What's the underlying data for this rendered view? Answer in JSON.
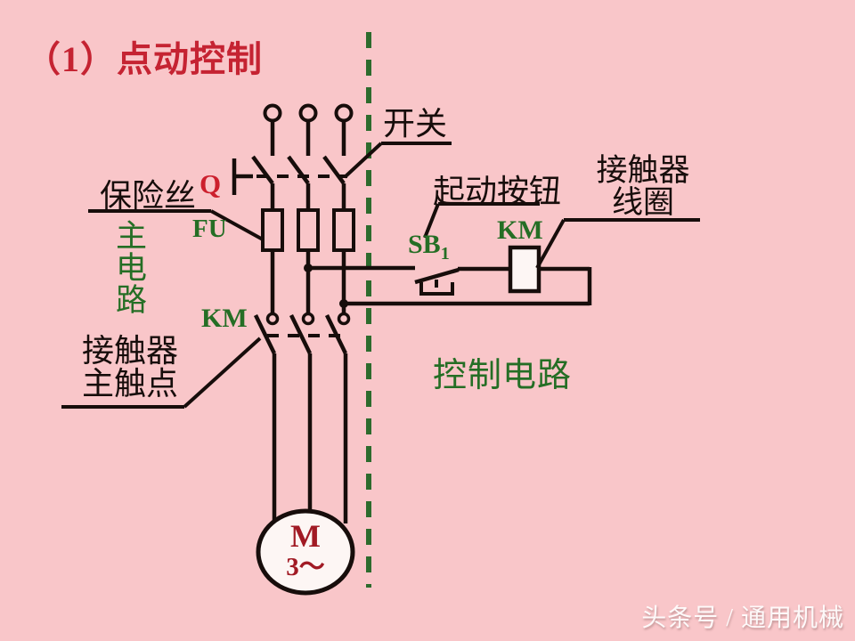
{
  "title": "（1）点动控制",
  "watermark": "头条号 / 通用机械",
  "labels": {
    "switch_callout": "开关",
    "fuse_callout": "保险丝",
    "switch_designator": "Q",
    "fuse_designator": "FU",
    "main_circuit": "主电路",
    "main_contacts_designator": "KM",
    "contactor_line1": "接触器",
    "contactor_line2": "主触点",
    "start_button_callout": "起动按钮",
    "button_designator": "SB",
    "button_designator_sub": "1",
    "coil_designator": "KM",
    "coil_callout_line1": "接触器",
    "coil_callout_line2": "线圈",
    "control_circuit": "控制电路",
    "motor_letter": "M",
    "motor_phases": "3～"
  },
  "colors": {
    "background": "#f9c6c9",
    "wire_black": "#170d0b",
    "title_red": "#c52332",
    "designator_red": "#cc1f2d",
    "label_green": "#256e25",
    "separator_green": "#2d6b2d",
    "motor_red": "#a11a24",
    "watermark": "#ffffff"
  }
}
